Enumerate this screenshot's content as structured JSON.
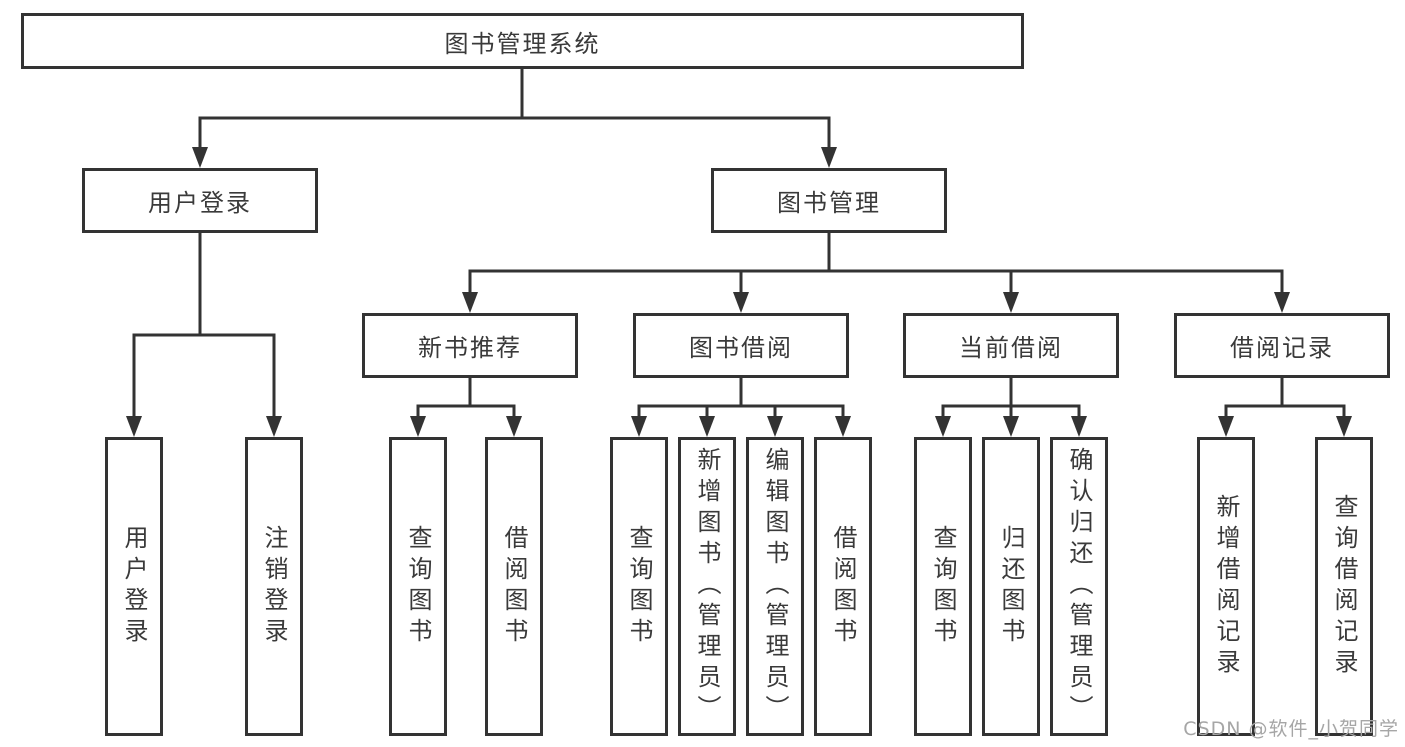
{
  "tree": {
    "label": "图书管理系统",
    "children": [
      {
        "label": "用户登录",
        "children": [
          {
            "label": "用户登录"
          },
          {
            "label": "注销登录"
          }
        ]
      },
      {
        "label": "图书管理",
        "children": [
          {
            "label": "新书推荐",
            "children": [
              {
                "label": "查询图书"
              },
              {
                "label": "借阅图书"
              }
            ]
          },
          {
            "label": "图书借阅",
            "children": [
              {
                "label": "查询图书"
              },
              {
                "label": "新增图书（管理员）"
              },
              {
                "label": "编辑图书（管理员）"
              },
              {
                "label": "借阅图书"
              }
            ]
          },
          {
            "label": "当前借阅",
            "children": [
              {
                "label": "查询图书"
              },
              {
                "label": "归还图书"
              },
              {
                "label": "确认归还（管理员）"
              }
            ]
          },
          {
            "label": "借阅记录",
            "children": [
              {
                "label": "新增借阅记录"
              },
              {
                "label": "查询借阅记录"
              }
            ]
          }
        ]
      }
    ]
  },
  "watermark": {
    "text": "CSDN @软件_小贺同学"
  },
  "colors": {
    "line_color": "#333333",
    "text_color": "#3a3a3a",
    "watermark_color": "#a6a6a6",
    "background": "#ffffff"
  }
}
